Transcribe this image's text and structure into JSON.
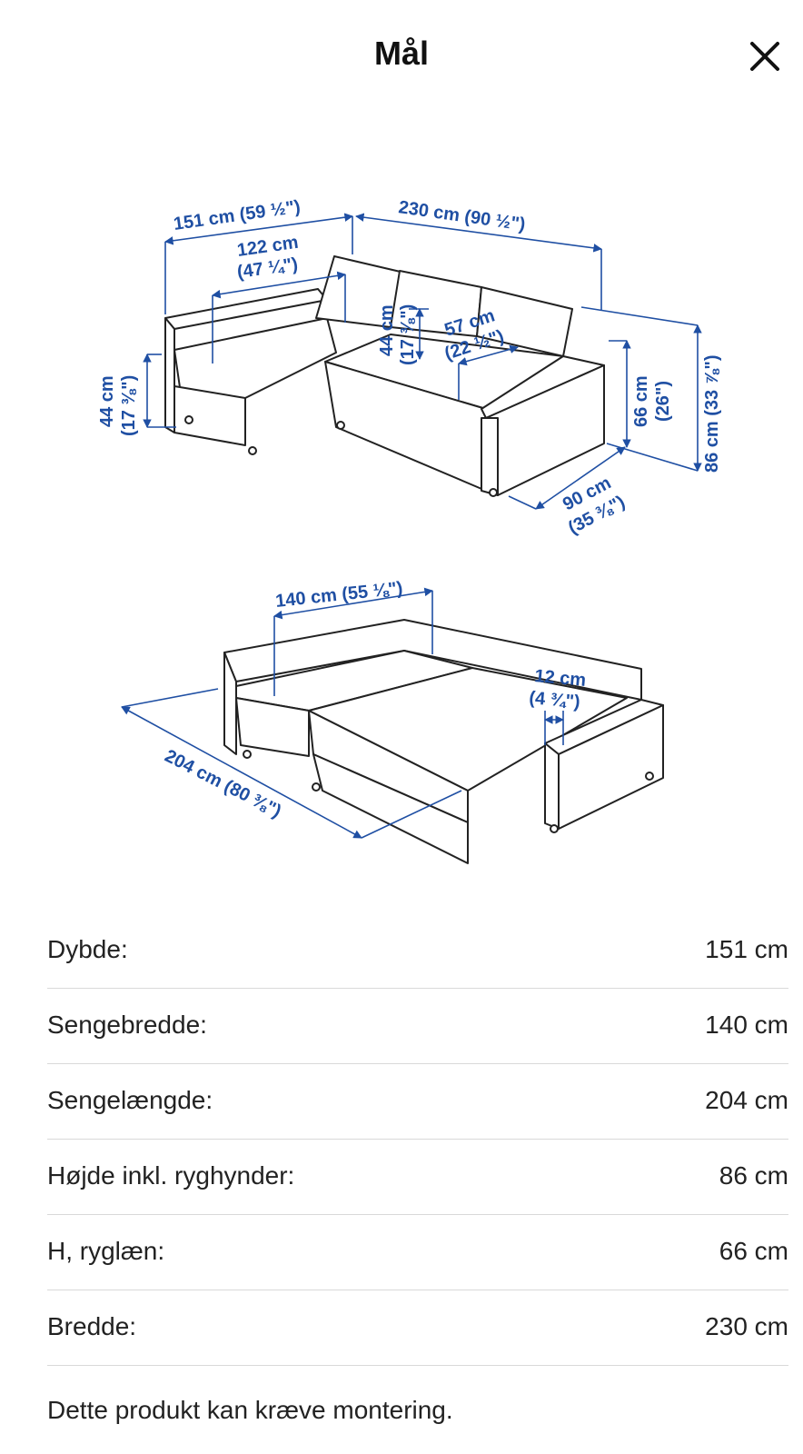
{
  "header": {
    "title": "Mål",
    "close_label": "×"
  },
  "diagram": {
    "top": {
      "depth_total": "151 cm (59 ½\")",
      "width_total": "230 cm (90 ½\")",
      "chaise_seat_width_cm": "122 cm",
      "chaise_seat_width_in": "(47 ¼\")",
      "seat_height_left_cm": "44 cm",
      "seat_height_left_in": "(17 ⅜\")",
      "seat_height_mid_cm": "44 cm",
      "seat_height_mid_in": "(17 ⅜\")",
      "seat_depth_cm": "57 cm",
      "seat_depth_in": "(22 ½\")",
      "backrest_height_cm": "66 cm",
      "backrest_height_in": "(26\")",
      "height_total": "86 cm (33 ⅞\")",
      "depth_cm": "90 cm",
      "depth_in": "(35 ⅜\")"
    },
    "bottom": {
      "bed_width": "140 cm (55 ⅛\")",
      "arm_gap_cm": "12 cm",
      "arm_gap_in": "(4 ¾\")",
      "bed_length": "204 cm (80 ⅜\")"
    }
  },
  "specs": [
    {
      "label": "Dybde:",
      "value": "151 cm"
    },
    {
      "label": "Sengebredde:",
      "value": "140 cm"
    },
    {
      "label": "Sengelængde:",
      "value": "204 cm"
    },
    {
      "label": "Højde inkl. ryghynder:",
      "value": "86 cm"
    },
    {
      "label": "H, ryglæn:",
      "value": "66 cm"
    },
    {
      "label": "Bredde:",
      "value": "230 cm"
    }
  ],
  "note": "Dette produkt kan kræve montering."
}
